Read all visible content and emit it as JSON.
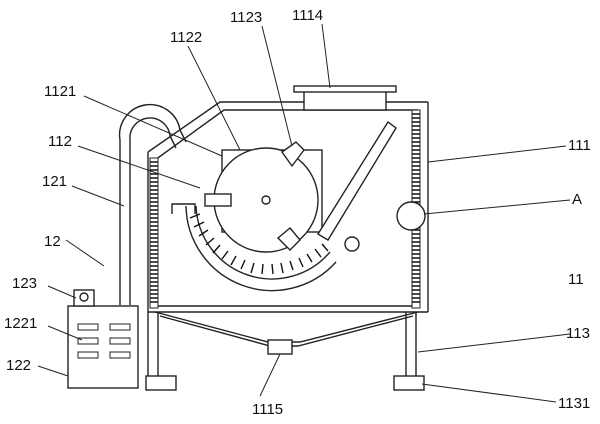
{
  "diagram": {
    "labels": {
      "l1114": "1114",
      "l1123": "1123",
      "l1122": "1122",
      "l1121": "1121",
      "l112": "112",
      "l121": "121",
      "l12": "12",
      "l123": "123",
      "l1221": "1221",
      "l122": "122",
      "l111": "111",
      "lA": "A",
      "l11": "11",
      "l113": "113",
      "l1115": "1115",
      "l1131": "1131"
    }
  }
}
